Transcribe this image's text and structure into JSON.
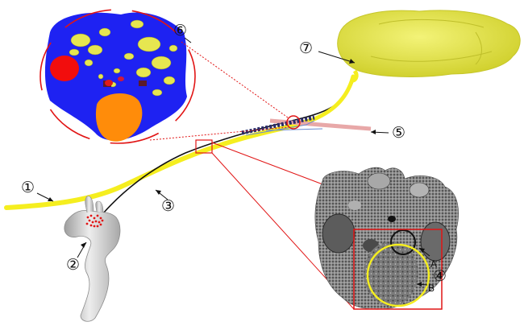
{
  "callouts": [
    {
      "id": "1",
      "symbol": "①"
    },
    {
      "id": "2",
      "symbol": "②"
    },
    {
      "id": "3",
      "symbol": "③"
    },
    {
      "id": "4",
      "symbol": "④"
    },
    {
      "id": "5",
      "symbol": "⑤"
    },
    {
      "id": "6",
      "symbol": "⑥"
    },
    {
      "id": "7",
      "symbol": "⑦"
    }
  ],
  "inset_labels": {
    "a": "A",
    "b": "B"
  },
  "colors": {
    "yellow_structure": "#F5EE1F",
    "brain": "#E8E83C",
    "vessel": "#C9C9C9",
    "section_blue": "#1E22F2",
    "section_red": "#F20D0D",
    "section_orange": "#FF8C0A",
    "section_yellow": "#E6E650",
    "zoom_red": "#E11515",
    "thin_line": "#111111",
    "pink_bar": "#E8A8A8"
  },
  "icons": {
    "brain": "brain-3d-render",
    "vessel": "aortic-arch-render",
    "section": "segmented-cross-section",
    "micrograph": "em-micrograph"
  }
}
